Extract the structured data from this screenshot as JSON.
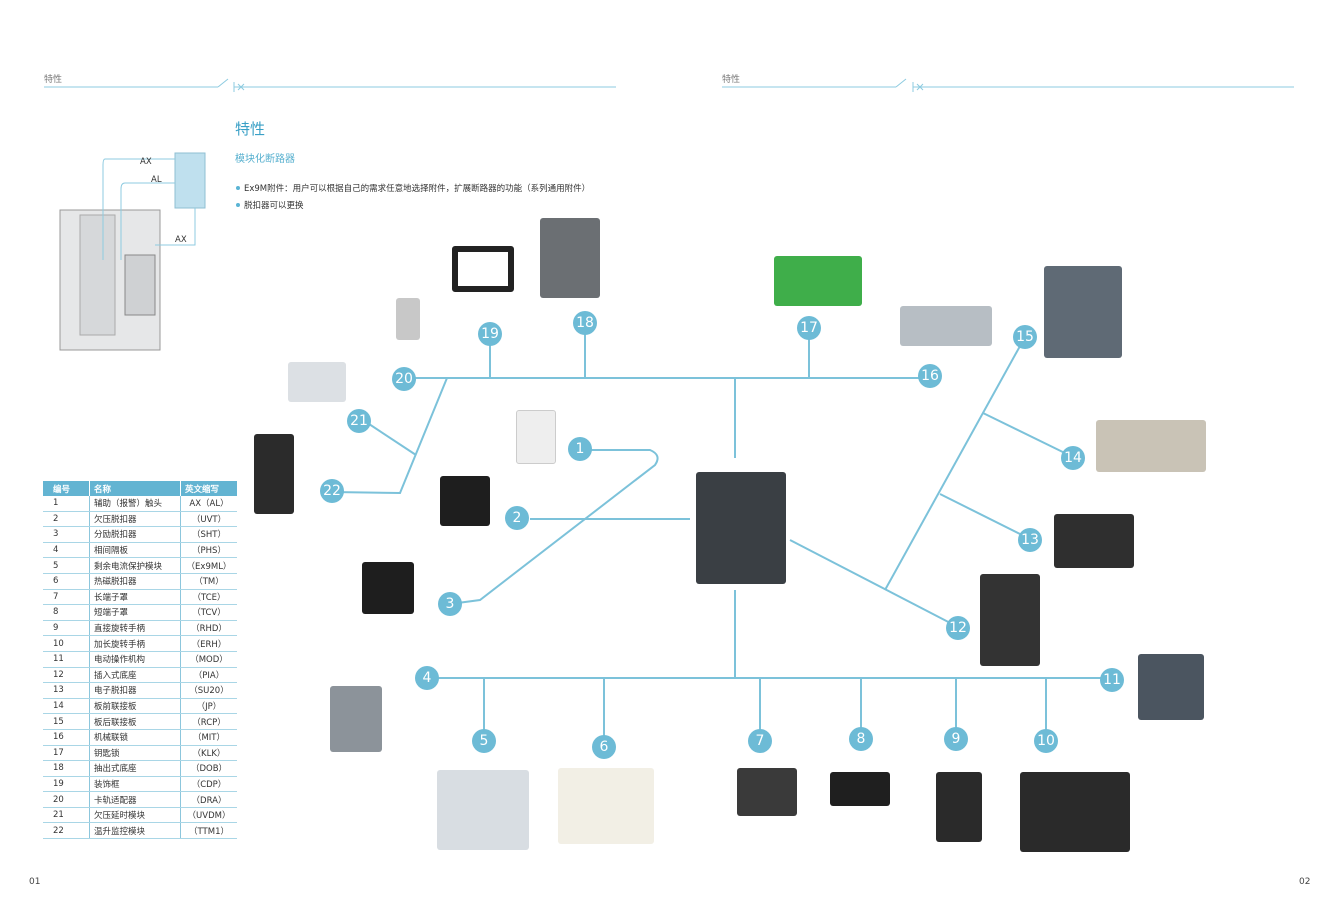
{
  "header": {
    "left_section": "特性",
    "right_section": "特性"
  },
  "content": {
    "title": "特性",
    "subtitle": "模块化断路器",
    "bullets": [
      "Ex9M附件：用户可以根据自己的需求任意地选择附件，扩展断路器的功能（系列通用附件）",
      "脱扣器可以更换"
    ]
  },
  "figure_labels": {
    "ax_top": "AX",
    "al": "AL",
    "ax_right": "AX"
  },
  "table": {
    "headers": [
      "编号",
      "名称",
      "英文缩写"
    ],
    "rows": [
      [
        "1",
        "辅助（报警）触头",
        "AX（AL）"
      ],
      [
        "2",
        "欠压脱扣器",
        "（UVT）"
      ],
      [
        "3",
        "分励脱扣器",
        "（SHT）"
      ],
      [
        "4",
        "相间隔板",
        "（PHS）"
      ],
      [
        "5",
        "剩余电流保护模块",
        "（Ex9ML）"
      ],
      [
        "6",
        "热磁脱扣器",
        "（TM）"
      ],
      [
        "7",
        "长端子罩",
        "（TCE）"
      ],
      [
        "8",
        "短端子罩",
        "（TCV）"
      ],
      [
        "9",
        "直接旋转手柄",
        "（RHD）"
      ],
      [
        "10",
        "加长旋转手柄",
        "（ERH）"
      ],
      [
        "11",
        "电动操作机构",
        "（MOD）"
      ],
      [
        "12",
        "插入式底座",
        "（PIA）"
      ],
      [
        "13",
        "电子脱扣器",
        "（SU20）"
      ],
      [
        "14",
        "板前联接板",
        "（JP）"
      ],
      [
        "15",
        "板后联接板",
        "（RCP）"
      ],
      [
        "16",
        "机械联锁",
        "（MIT）"
      ],
      [
        "17",
        "钥匙锁",
        "（KLK）"
      ],
      [
        "18",
        "抽出式底座",
        "（DOB）"
      ],
      [
        "19",
        "装饰框",
        "（CDP）"
      ],
      [
        "20",
        "卡轨适配器",
        "（DRA）"
      ],
      [
        "21",
        "欠压延时模块",
        "（UVDM）"
      ],
      [
        "22",
        "温升监控模块",
        "（TTM1）"
      ]
    ]
  },
  "nodes": [
    "1",
    "2",
    "3",
    "4",
    "5",
    "6",
    "7",
    "8",
    "9",
    "10",
    "11",
    "12",
    "13",
    "14",
    "15",
    "16",
    "17",
    "18",
    "19",
    "20",
    "21",
    "22"
  ],
  "footer": {
    "left_page": "01",
    "right_page": "02"
  },
  "colors": {
    "accent": "#6dbbd6",
    "line": "#7cc2da",
    "title": "#3aa0c6"
  }
}
